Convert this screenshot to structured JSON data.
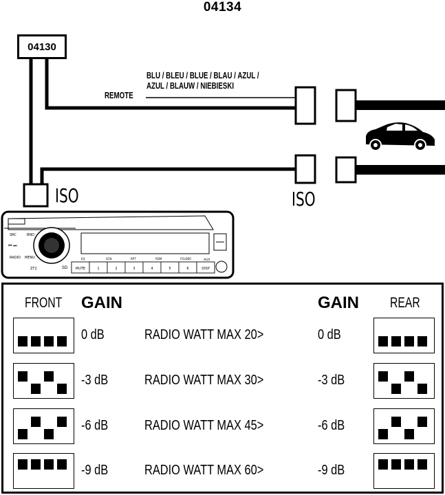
{
  "title": "04134",
  "module": {
    "label": "04130"
  },
  "wire": {
    "color_line1": "BLU / BLEU / BLUE / BLAU / AZUL /",
    "color_line2": "AZUL / BLAUW / NIEBIESKI",
    "remote_label": "REMOTE"
  },
  "iso": {
    "left_label": "ISO",
    "right_label": "ISO"
  },
  "radio": {
    "buttons": [
      "MUTE",
      "1",
      "2",
      "3",
      "4",
      "5",
      "6",
      "DISP"
    ],
    "small_labels": [
      "SRC",
      "BND",
      "EQ",
      "SCN",
      "RPT",
      "RDM",
      "FOLDER",
      "AUX"
    ]
  },
  "table": {
    "front_label": "FRONT",
    "rear_label": "REAR",
    "gain_left": "GAIN",
    "gain_right": "GAIN",
    "rows": [
      {
        "gain_left": "0 dB",
        "text": "RADIO WATT MAX 20>",
        "gain_right": "0 dB"
      },
      {
        "gain_left": "-3 dB",
        "text": "RADIO WATT MAX 30>",
        "gain_right": "-3 dB"
      },
      {
        "gain_left": "-6 dB",
        "text": "RADIO WATT MAX 45>",
        "gain_right": "-6 dB"
      },
      {
        "gain_left": "-9 dB",
        "text": "RADIO WATT MAX 60>",
        "gain_right": "-9 dB"
      }
    ]
  }
}
